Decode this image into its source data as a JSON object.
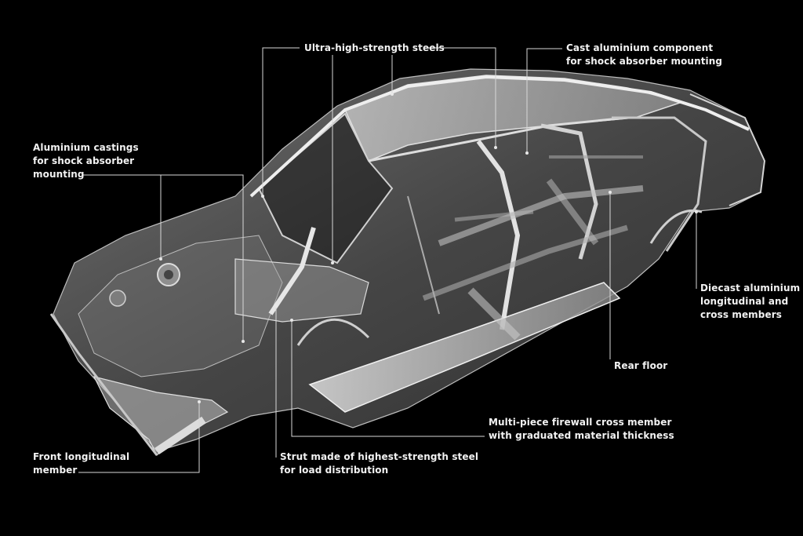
{
  "callouts": {
    "ultra_high_strength_steels": [
      "Ultra-high-strength steels"
    ],
    "cast_aluminium_component": [
      "Cast aluminium component",
      "for shock absorber mounting"
    ],
    "aluminium_castings": [
      "Aluminium castings",
      "for shock absorber",
      "mounting"
    ],
    "diecast_aluminium": [
      "Diecast aluminium",
      "longitudinal and",
      "cross members"
    ],
    "rear_floor": [
      "Rear floor"
    ],
    "firewall_cross_member": [
      "Multi-piece firewall cross member",
      "with graduated material thickness"
    ],
    "front_longitudinal": [
      "Front longitudinal",
      "member"
    ],
    "strut": [
      "Strut made of highest-strength steel",
      "for load distribution"
    ]
  }
}
